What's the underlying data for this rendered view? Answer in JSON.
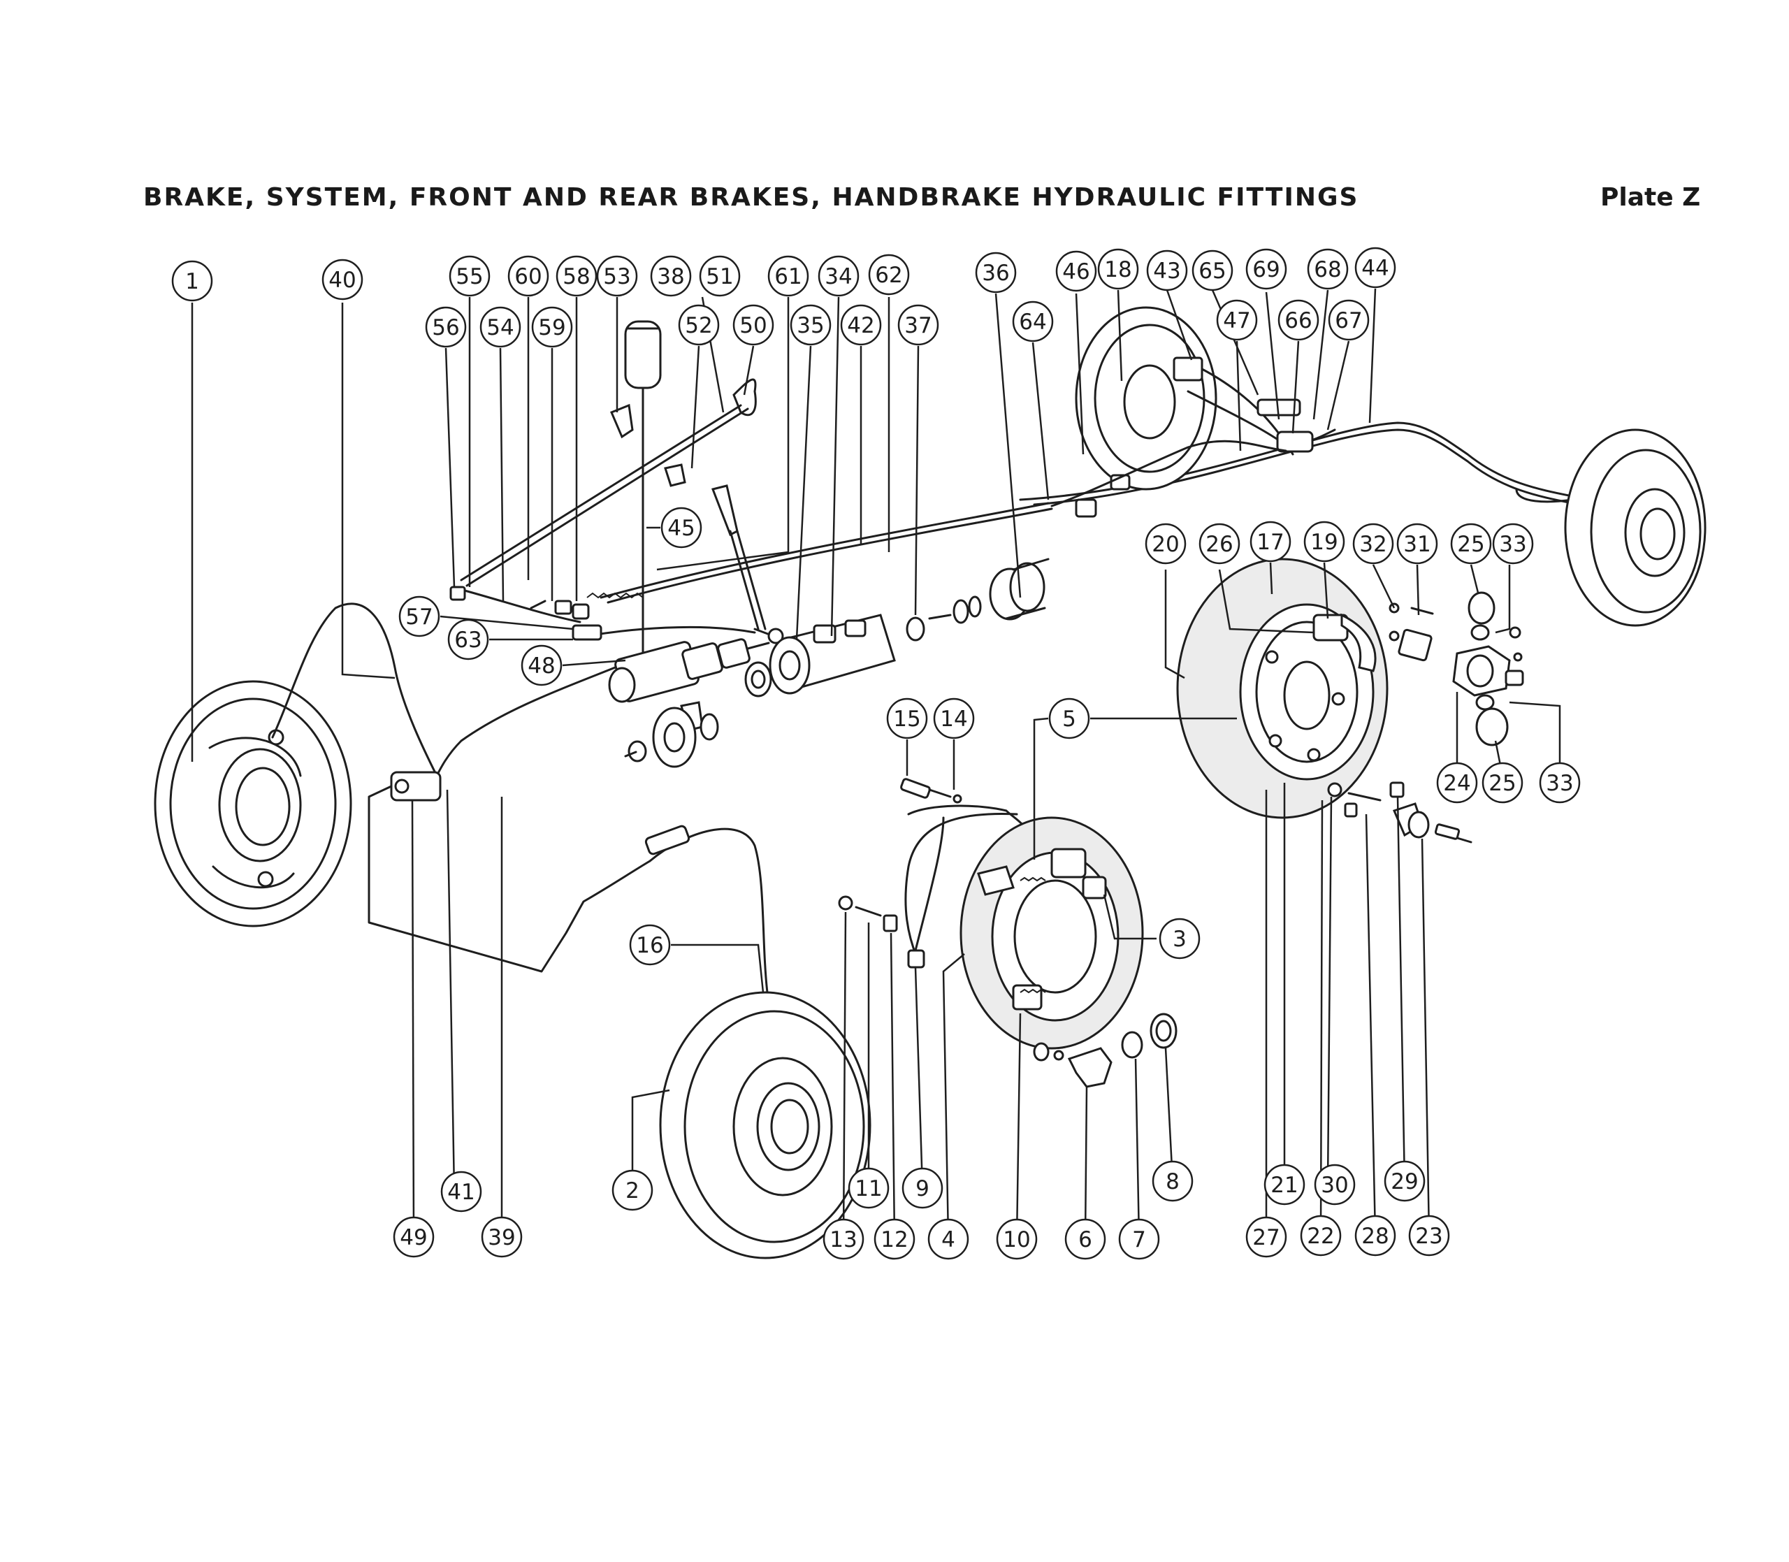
{
  "header": {
    "title": "BRAKE, SYSTEM, FRONT AND REAR BRAKES, HANDBRAKE HYDRAULIC FITTINGS",
    "plate": "Plate Z"
  },
  "callouts": [
    {
      "label": "1"
    },
    {
      "label": "40"
    },
    {
      "label": "55"
    },
    {
      "label": "60"
    },
    {
      "label": "58"
    },
    {
      "label": "53"
    },
    {
      "label": "38"
    },
    {
      "label": "51"
    },
    {
      "label": "61"
    },
    {
      "label": "34"
    },
    {
      "label": "62"
    },
    {
      "label": "36"
    },
    {
      "label": "46"
    },
    {
      "label": "18"
    },
    {
      "label": "43"
    },
    {
      "label": "65"
    },
    {
      "label": "69"
    },
    {
      "label": "68"
    },
    {
      "label": "44"
    },
    {
      "label": "56"
    },
    {
      "label": "54"
    },
    {
      "label": "59"
    },
    {
      "label": "52"
    },
    {
      "label": "50"
    },
    {
      "label": "35"
    },
    {
      "label": "42"
    },
    {
      "label": "37"
    },
    {
      "label": "64"
    },
    {
      "label": "47"
    },
    {
      "label": "66"
    },
    {
      "label": "67"
    },
    {
      "label": "45"
    },
    {
      "label": "57"
    },
    {
      "label": "63"
    },
    {
      "label": "48"
    },
    {
      "label": "20"
    },
    {
      "label": "26"
    },
    {
      "label": "17"
    },
    {
      "label": "19"
    },
    {
      "label": "32"
    },
    {
      "label": "31"
    },
    {
      "label": "25"
    },
    {
      "label": "33"
    },
    {
      "label": "15"
    },
    {
      "label": "14"
    },
    {
      "label": "5"
    },
    {
      "label": "24"
    },
    {
      "label": "25"
    },
    {
      "label": "33"
    },
    {
      "label": "16"
    },
    {
      "label": "3"
    },
    {
      "label": "41"
    },
    {
      "label": "2"
    },
    {
      "label": "11"
    },
    {
      "label": "9"
    },
    {
      "label": "8"
    },
    {
      "label": "21"
    },
    {
      "label": "30"
    },
    {
      "label": "29"
    },
    {
      "label": "49"
    },
    {
      "label": "39"
    },
    {
      "label": "13"
    },
    {
      "label": "12"
    },
    {
      "label": "4"
    },
    {
      "label": "10"
    },
    {
      "label": "6"
    },
    {
      "label": "7"
    },
    {
      "label": "27"
    },
    {
      "label": "22"
    },
    {
      "label": "28"
    },
    {
      "label": "23"
    }
  ]
}
